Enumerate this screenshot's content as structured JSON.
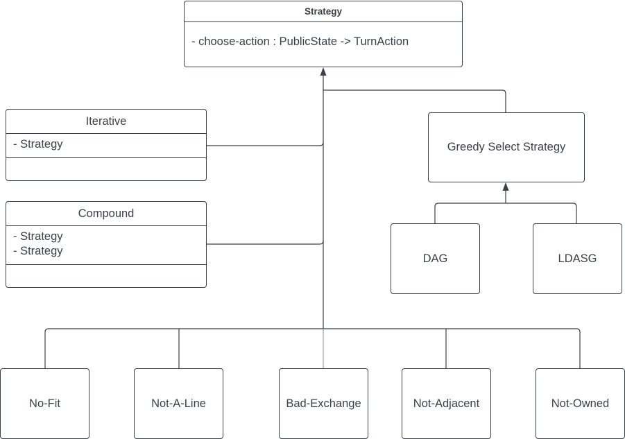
{
  "diagram": {
    "strategy": {
      "title": "Strategy",
      "members": [
        "- choose-action : PublicState -> TurnAction"
      ]
    },
    "iterative": {
      "title": "Iterative",
      "attributes": [
        "- Strategy"
      ]
    },
    "compound": {
      "title": "Compound",
      "attributes": [
        "- Strategy",
        "- Strategy"
      ]
    },
    "greedy": {
      "label": "Greedy Select Strategy"
    },
    "dag": {
      "label": "DAG"
    },
    "ldasg": {
      "label": "LDASG"
    },
    "leaves": [
      "No-Fit",
      "Not-A-Line",
      "Bad-Exchange",
      "Not-Adjacent",
      "Not-Owned"
    ]
  },
  "colors": {
    "stroke": "#3a3f48",
    "text": "#3a3f48",
    "background": "#ffffff"
  }
}
